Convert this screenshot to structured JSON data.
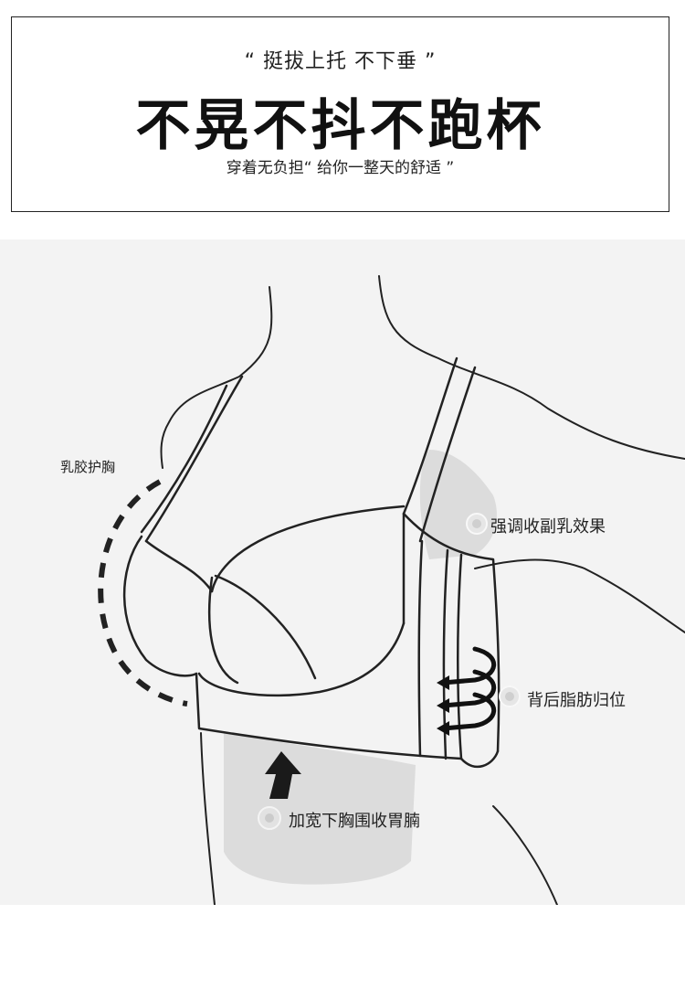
{
  "header": {
    "subtitle": "“ 挺拔上托 不下垂 ”",
    "title": "不晃不抖不跑杯",
    "tagline": "穿着无负担“ 给你一整天的舒适 ”"
  },
  "callouts": {
    "latex_cup": "乳胶护胸",
    "side_shaping": "强调收副乳效果",
    "back_fat": "背后脂肪归位",
    "wide_band": "加宽下胸围收胃腩"
  },
  "colors": {
    "outline": "#222222",
    "shade": "#dcdcdc",
    "illustration_bg": "#f3f3f3"
  }
}
